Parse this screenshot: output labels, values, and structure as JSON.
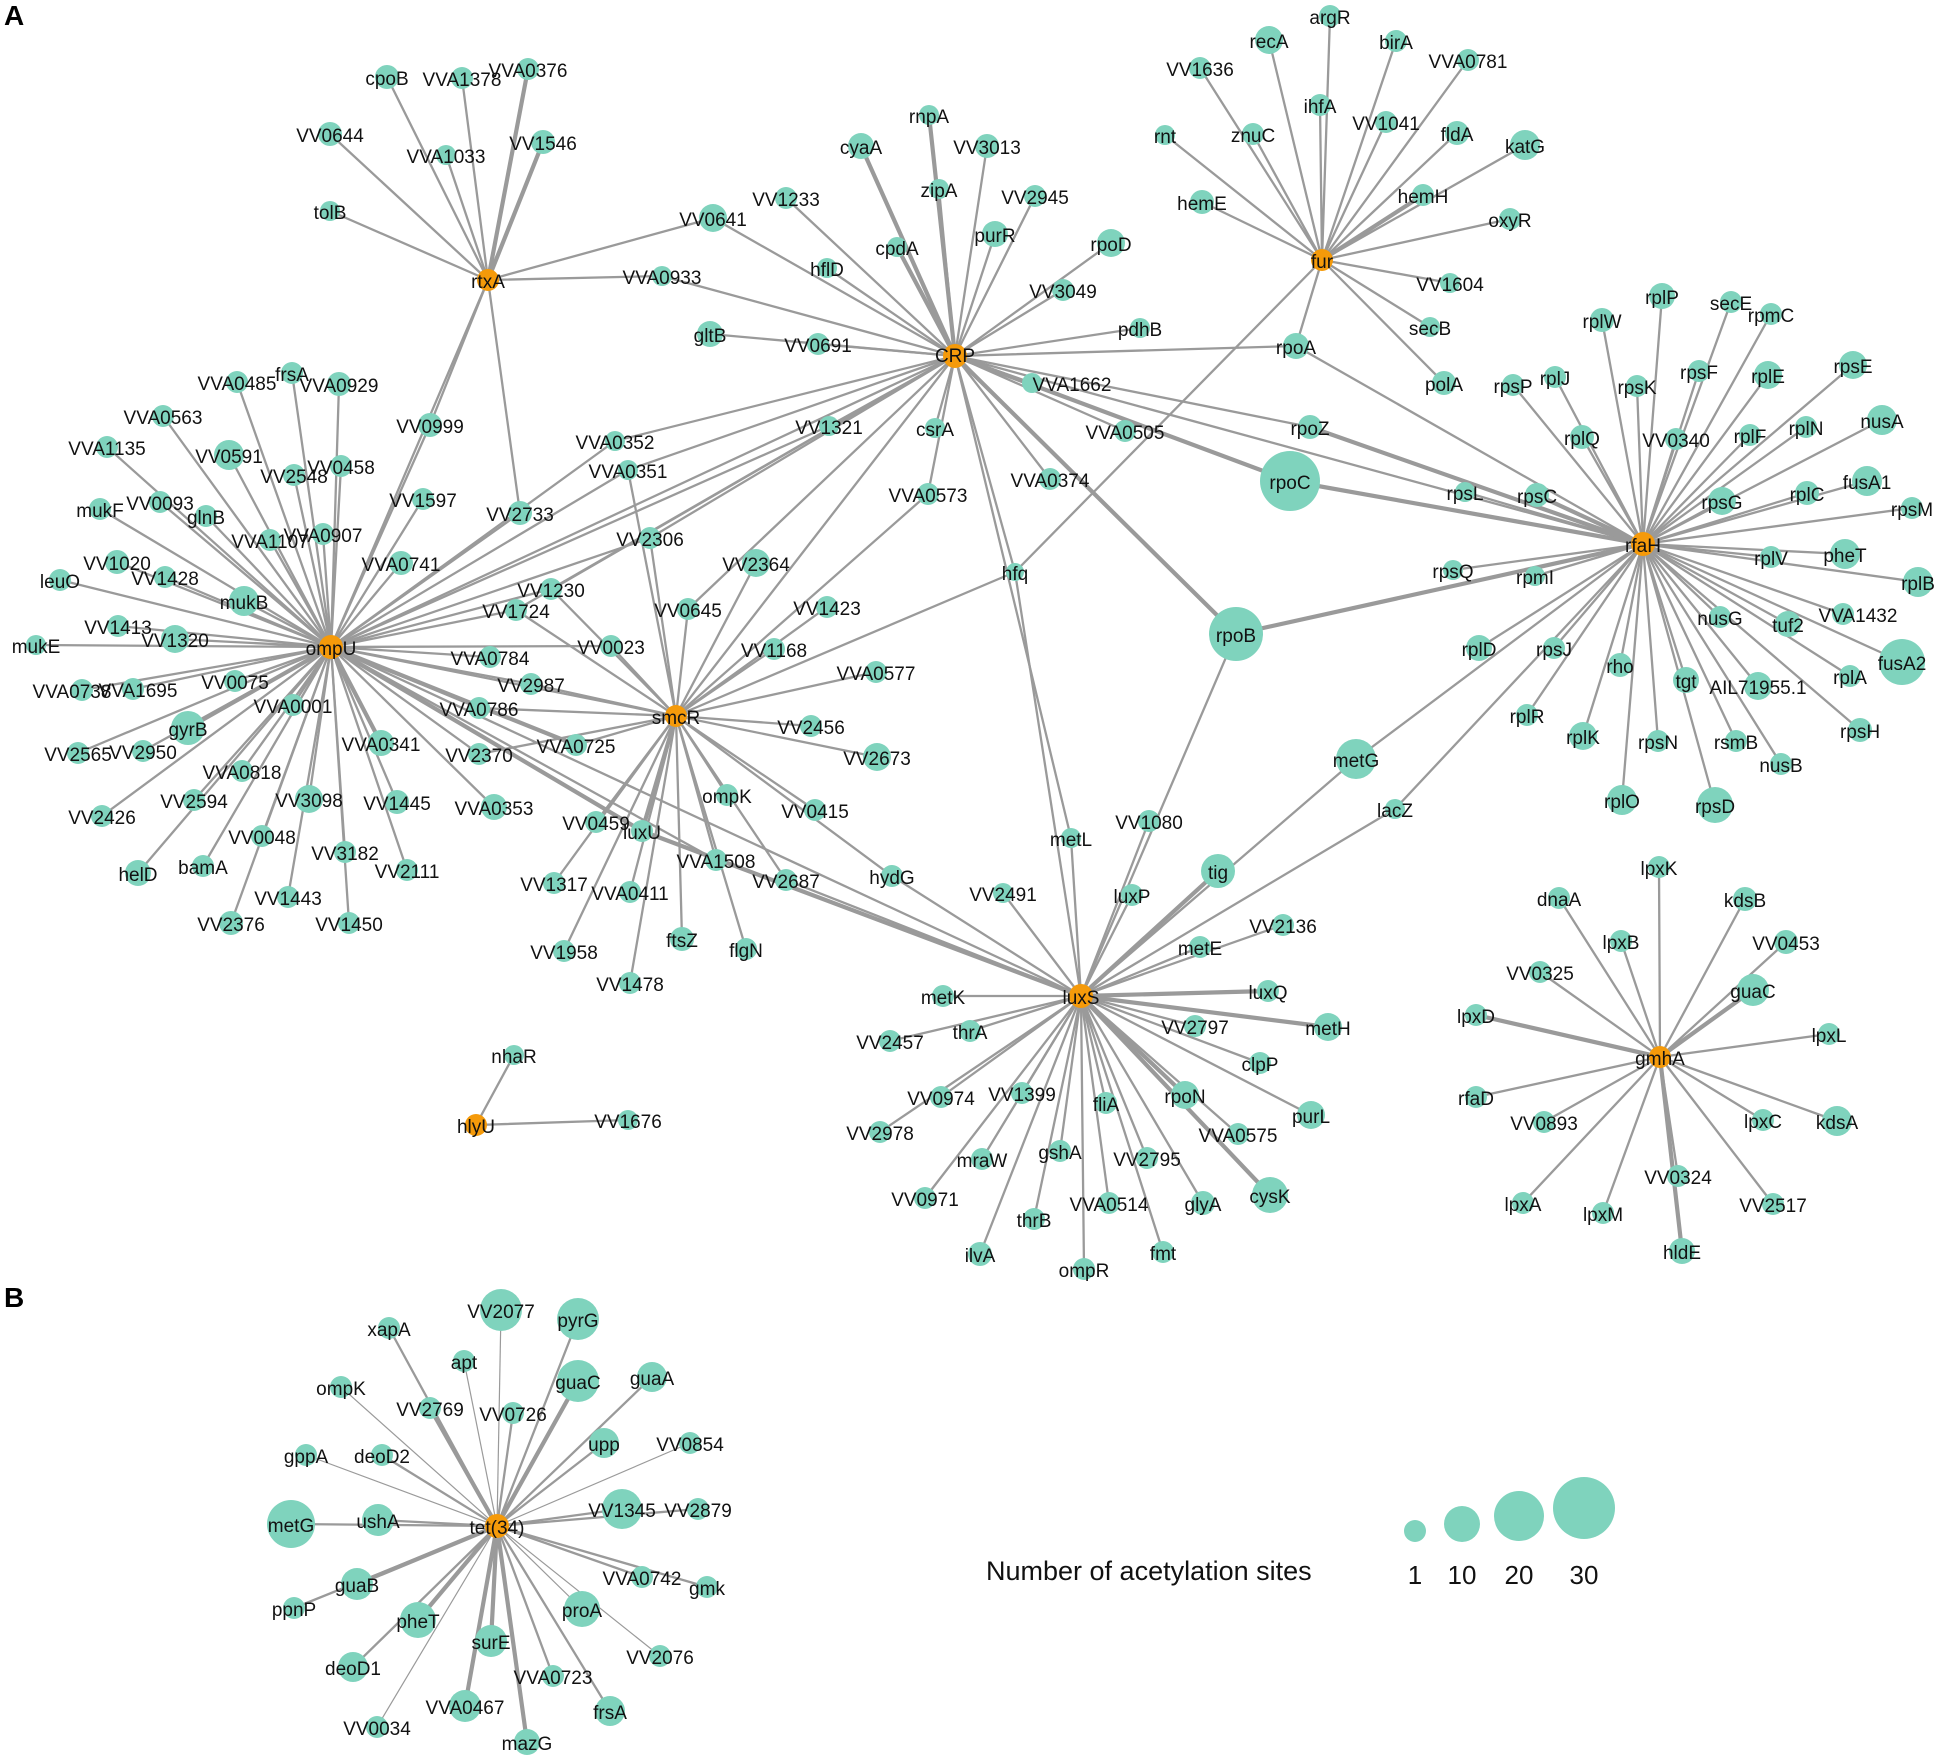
{
  "colors": {
    "hub": "#f59a0a",
    "target": "#7fd3bd",
    "edge": "#9a9a9a",
    "text": "#111111"
  },
  "panels": {
    "a": "A",
    "b": "B"
  },
  "legend": {
    "title": "Number of acetylation sites",
    "sizes": [
      "1",
      "10",
      "20",
      "30"
    ]
  },
  "hubs": [
    "CRP",
    "rtxA",
    "fur",
    "ompU",
    "smcR",
    "rfaH",
    "luxS",
    "gmhA",
    "hlyU",
    "tet(34)"
  ],
  "networks": [
    {
      "hub": "rtxA",
      "targets": [
        "cpoB",
        "VVA1378",
        "VVA0376",
        "VV0644",
        "VVA1033",
        "VV1546",
        "tolB",
        "VV0641",
        "VVA0933",
        "VV2733",
        "VV0999",
        "ompU"
      ]
    },
    {
      "hub": "CRP",
      "targets": [
        "VV0641",
        "VVA0933",
        "gltB",
        "VV0691",
        "VV1233",
        "hflD",
        "cyaA",
        "cpdA",
        "rnpA",
        "zipA",
        "VV3013",
        "purR",
        "VV2945",
        "rpoD",
        "VV3049",
        "pdhB",
        "rpoA",
        "VVA1662",
        "rpoZ",
        "VVA0505",
        "rpoC",
        "csrA",
        "VVA0374",
        "VVA0573",
        "rpoB",
        "hfq",
        "VV1321",
        "VVA0352",
        "VVA0351",
        "VV2306",
        "VV1724",
        "VV1230",
        "ompU",
        "smcR",
        "VV0645",
        "metL",
        "rfaH"
      ]
    },
    {
      "hub": "fur",
      "targets": [
        "recA",
        "argR",
        "birA",
        "VVA0781",
        "VV1636",
        "ihfA",
        "VV1041",
        "fldA",
        "katG",
        "rnt",
        "znuC",
        "hemH",
        "hemE",
        "oxyR",
        "VV1604",
        "secB",
        "polA",
        "rpoA",
        "hfq"
      ]
    },
    {
      "hub": "ompU",
      "targets": [
        "VVA0485",
        "VVA0563",
        "frsA",
        "VVA0929",
        "VVA1135",
        "VV0591",
        "VV2548",
        "VV0458",
        "VV0999",
        "mukF",
        "VV0093",
        "glnB",
        "VVA1107",
        "VVA0907",
        "VV1597",
        "VV2733",
        "VV1020",
        "VV1428",
        "VVA0741",
        "leuO",
        "mukB",
        "VV1413",
        "VV1320",
        "mukE",
        "VVA0738",
        "VVA1695",
        "VV0075",
        "gyrB",
        "VV2565",
        "VV2950",
        "VVA0001",
        "VVA0818",
        "VVA0341",
        "VV2426",
        "VV2594",
        "VV3098",
        "VV1445",
        "VV0048",
        "bamA",
        "VV3182",
        "VV2111",
        "helD",
        "VV1443",
        "VV2376",
        "VV1450",
        "VV2370",
        "VVA0353",
        "VVA0784",
        "VV2987",
        "VVA0786",
        "VVA0725",
        "VV0023",
        "VVA0352",
        "VVA0351",
        "VV1321",
        "VV2306",
        "VV1724",
        "VV1230",
        "smcR",
        "luxU",
        "VVA1508",
        "luxS"
      ]
    },
    {
      "hub": "smcR",
      "targets": [
        "VV2364",
        "VV0645",
        "VV1423",
        "VV1168",
        "VVA0577",
        "VV2456",
        "VV2673",
        "ompK",
        "VV0415",
        "VV0459",
        "luxU",
        "VVA1508",
        "VV2687",
        "hydG",
        "VV1317",
        "VVA0411",
        "ftsZ",
        "flgN",
        "VV1958",
        "VV1478",
        "VV1230",
        "VV0023",
        "VV2987",
        "VVA0786",
        "VV2370",
        "VVA0725",
        "VV2306",
        "VV1724",
        "VVA0573",
        "VVA0351",
        "hfq"
      ]
    },
    {
      "hub": "rfaH",
      "targets": [
        "rplP",
        "secE",
        "rpmC",
        "rplW",
        "rpsF",
        "rplE",
        "rpsE",
        "rpsP",
        "rplJ",
        "rpsK",
        "rplQ",
        "VV0340",
        "rplF",
        "rplN",
        "nusA",
        "rpsG",
        "rplC",
        "fusA1",
        "rpsM",
        "rpsL",
        "rpsC",
        "rplV",
        "pheT",
        "rplB",
        "rpsQ",
        "rpmI",
        "VVA1432",
        "fusA2",
        "rplD",
        "rpsJ",
        "nusG",
        "tuf2",
        "rho",
        "tgt",
        "AIL71955.1",
        "rplA",
        "rplR",
        "rplK",
        "rpsN",
        "rsmB",
        "rpsH",
        "nusB",
        "rplO",
        "rpsD",
        "rpoB",
        "rpoC",
        "rpoZ",
        "rpoA",
        "lacZ",
        "metG"
      ]
    },
    {
      "hub": "luxS",
      "targets": [
        "metL",
        "VV1080",
        "tig",
        "luxP",
        "metG",
        "lacZ",
        "VV2491",
        "VV2136",
        "metE",
        "metK",
        "luxQ",
        "VV2797",
        "metH",
        "thrA",
        "VV2457",
        "clpP",
        "VV0974",
        "VV1399",
        "fliA",
        "rpoN",
        "purL",
        "VV2978",
        "VVA0575",
        "mraW",
        "gshA",
        "VV2795",
        "cysK",
        "VV0971",
        "VVA0514",
        "glyA",
        "thrB",
        "ilvA",
        "fmt",
        "ompR",
        "hydG",
        "VV2687",
        "luxU",
        "hfq",
        "rpoB"
      ]
    },
    {
      "hub": "gmhA",
      "targets": [
        "lpxK",
        "dnaA",
        "kdsB",
        "lpxB",
        "VV0453",
        "VV0325",
        "guaC",
        "lpxD",
        "lpxL",
        "rfaD",
        "VV0893",
        "lpxC",
        "kdsA",
        "VV0324",
        "lpxA",
        "lpxM",
        "VV2517",
        "hldE"
      ]
    },
    {
      "hub": "hlyU",
      "targets": [
        "nhaR",
        "VV1676"
      ]
    },
    {
      "hub": "tet(34)",
      "targets": [
        "xapA",
        "VV2077",
        "pyrG",
        "apt",
        "ompK",
        "VV2769",
        "VV0726",
        "guaC",
        "guaA",
        "gppA",
        "deoD2",
        "upp",
        "VV0854",
        "metG",
        "ushA",
        "VV1345",
        "VV2879",
        "guaB",
        "VVA0742",
        "gmk",
        "ppnP",
        "pheT",
        "proA",
        "deoD1",
        "surE",
        "VVA0723",
        "VV2076",
        "VV0034",
        "VVA0467",
        "frsA",
        "mazG"
      ]
    }
  ]
}
